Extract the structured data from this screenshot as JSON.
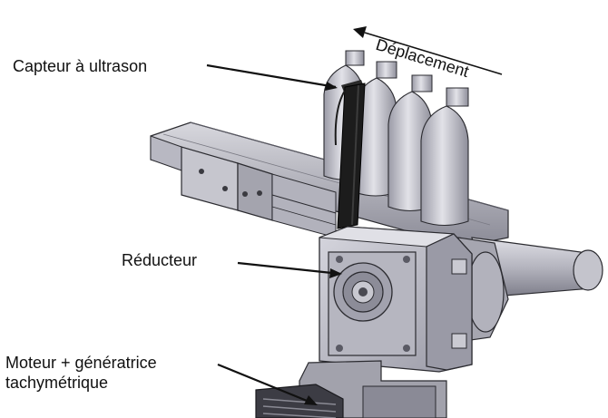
{
  "labels": {
    "ultrasonic_sensor": "Capteur à ultrason",
    "gear_reducer": "Réducteur",
    "motor_line1": "Moteur + génératrice",
    "motor_line2": "tachymétrique",
    "direction": "Déplacement"
  },
  "colors": {
    "metal_light": "#c9c9d1",
    "metal_mid": "#a9a9b3",
    "metal_dark": "#6e6e78",
    "edge": "#2b2b30",
    "sensor": "#1c1c1c"
  }
}
